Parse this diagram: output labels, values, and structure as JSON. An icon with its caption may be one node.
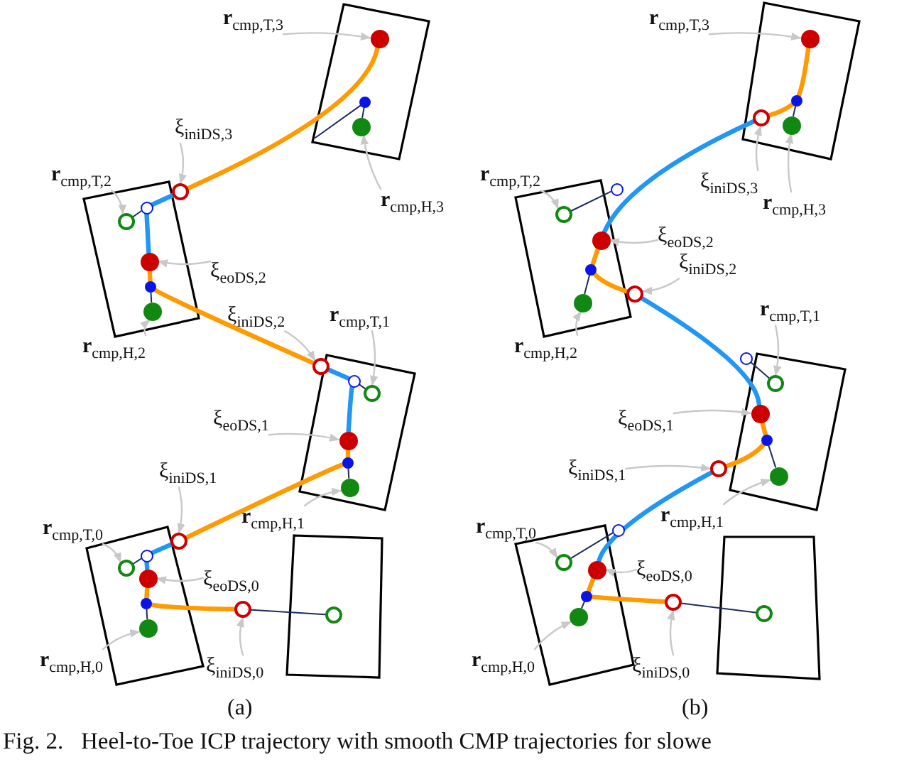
{
  "diagram": {
    "caption": "Fig. 2.   Heel-to-Toe ICP trajectory with smooth CMP trajectories for slowe",
    "nodes": [
      {
        "text": [
          "**r**$_{cmp,T,3}$"
        ]
      },
      {
        "text": [],
        "shape": "circle"
      },
      {
        "text": [
          "ξ$_{iniDS,3}$"
        ]
      },
      {
        "text": [],
        "shape": "circle"
      },
      {
        "text": [
          "**r**$_{cmp,H,3}$"
        ]
      },
      {
        "text": [],
        "shape": "circle"
      },
      {
        "text": [
          "**r**$_{cmp,T,2}$"
        ]
      },
      {
        "text": [],
        "shape": "circle"
      },
      {
        "text": [
          "ξ$_{eoDS,2}$"
        ]
      },
      {
        "text": [],
        "shape": "circle"
      },
      {
        "text": [
          "**r**$_{cmp,H,2}$"
        ]
      },
      {
        "text": [],
        "shape": "circle"
      },
      {
        "text": [
          "ξ$_{iniDS,2}$"
        ]
      },
      {
        "text": [],
        "shape": "circle"
      },
      {
        "text": [
          "**r**$_{cmp,T,1}$"
        ]
      },
      {
        "text": [],
        "shape": "circle"
      },
      {
        "text": [
          "ξ$_{eoDS,1}$"
        ]
      },
      {
        "text": [],
        "shape": "circle"
      },
      {
        "text": [
          "ξ$_{iniDS,1}$"
        ]
      },
      {
        "text": [],
        "shape": "circle"
      },
      {
        "text": [
          "**r**$_{cmp,H,1}$"
        ]
      },
      {
        "text": [],
        "shape": "circle"
      },
      {
        "text": [
          "**r**$_{cmp,T,0}$"
        ]
      },
      {
        "text": [],
        "shape": "circle"
      },
      {
        "text": [
          "ξ$_{eoDS,0}$"
        ]
      },
      {
        "text": [],
        "shape": "circle"
      },
      {
        "text": [
          "**r**$_{cmp,H,0}$"
        ]
      },
      {
        "text": [],
        "shape": "circle"
      },
      {
        "text": [
          "ξ$_{iniDS,0}$"
        ]
      },
      {
        "text": [],
        "shape": "circle"
      },
      {
        "text": [
          "**r**$_{cmp,T,3}$"
        ]
      },
      {
        "text": [],
        "shape": "circle"
      },
      {
        "text": [
          "ξ$_{iniDS,3}$"
        ]
      },
      {
        "text": [],
        "shape": "circle"
      },
      {
        "text": [
          "**r**$_{cmp,H,3}$"
        ]
      },
      {
        "text": [],
        "shape": "circle"
      },
      {
        "text": [
          "**r**$_{cmp,T,2}$"
        ]
      },
      {
        "text": [],
        "shape": "circle"
      },
      {
        "text": [
          "ξ$_{eoDS,2}$"
        ]
      },
      {
        "text": [],
        "shape": "circle"
      },
      {
        "text": [
          "**r**$_{cmp,H,2}$"
        ]
      },
      {
        "text": [],
        "shape": "circle"
      },
      {
        "text": [
          "ξ$_{iniDS,2}$"
        ]
      },
      {
        "text": [],
        "shape": "circle"
      },
      {
        "text": [
          "**r**$_{cmp,T,1}$"
        ]
      },
      {
        "text": [],
        "shape": "circle"
      },
      {
        "text": [
          "ξ$_{eoDS,1}$"
        ]
      },
      {
        "text": [],
        "shape": "circle"
      },
      {
        "text": [
          "ξ$_{iniDS,1}$"
        ]
      },
      {
        "text": [],
        "shape": "circle"
      },
      {
        "text": [
          "**r**$_{cmp,H,1}$"
        ]
      },
      {
        "text": [],
        "shape": "circle"
      },
      {
        "text": [
          "**r**$_{cmp,T,0}$"
        ]
      },
      {
        "text": [],
        "shape": "circle"
      },
      {
        "text": [
          "ξ$_{eoDS,0}$"
        ]
      },
      {
        "text": [],
        "shape": "circle"
      },
      {
        "text": [
          "**r**$_{cmp,H,0}$"
        ]
      },
      {
        "text": [],
        "shape": "circle"
      },
      {
        "text": [
          "ξ$_{iniDS,0}$"
        ]
      },
      {
        "text": [],
        "shape": "circle"
      },
      {
        "text": [],
        "shape": "circle"
      },
      {
        "text": [],
        "shape": "circle"
      },
      {
        "text": [],
        "shape": "circle"
      },
      {
        "text": [],
        "shape": "circle"
      },
      {
        "text": [],
        "shape": "circle"
      },
      {
        "text": [],
        "shape": "circle"
      },
      {
        "text": [],
        "shape": "circle"
      },
      {
        "text": [],
        "shape": "circle"
      },
      {
        "text": [],
        "shape": "circle"
      },
      {
        "text": [],
        "shape": "circle"
      },
      {
        "text": [],
        "shape": "circle"
      },
      {
        "text": [],
        "shape": "circle"
      },
      {
        "text": [],
        "shape": "circle"
      },
      {
        "text": [],
        "shape": "circle"
      },
      {
        "text": [],
        "shape": "circle"
      },
      {
        "text": [],
        "shape": "circle"
      }
    ],
    "edges": [
      {
        "from": 0,
        "to": 1,
        "arrow": "to"
      },
      {
        "from": 2,
        "to": 3,
        "arrow": "to"
      },
      {
        "from": 4,
        "to": 5,
        "arrow": "to"
      },
      {
        "from": 6,
        "to": 7,
        "arrow": "to"
      },
      {
        "from": 8,
        "to": 9,
        "arrow": "to"
      },
      {
        "from": 10,
        "to": 11,
        "arrow": "to"
      },
      {
        "from": 12,
        "to": 13,
        "arrow": "to"
      },
      {
        "from": 14,
        "to": 15,
        "arrow": "to"
      },
      {
        "from": 16,
        "to": 17,
        "arrow": "to"
      },
      {
        "from": 18,
        "to": 19,
        "arrow": "to"
      },
      {
        "from": 20,
        "to": 21,
        "arrow": "to"
      },
      {
        "from": 22,
        "to": 23,
        "arrow": "to"
      },
      {
        "from": 24,
        "to": 25,
        "arrow": "to"
      },
      {
        "from": 26,
        "to": 27,
        "arrow": "to"
      },
      {
        "from": 28,
        "to": 29,
        "arrow": "to"
      },
      {
        "from": 30,
        "to": 31,
        "arrow": "to"
      },
      {
        "from": 32,
        "to": 33,
        "arrow": "to"
      },
      {
        "from": 34,
        "to": 35,
        "arrow": "to"
      },
      {
        "from": 36,
        "to": 37,
        "arrow": "to"
      },
      {
        "from": 38,
        "to": 39,
        "arrow": "to"
      },
      {
        "from": 40,
        "to": 41,
        "arrow": "to"
      },
      {
        "from": 42,
        "to": 43,
        "arrow": "to"
      },
      {
        "from": 44,
        "to": 45,
        "arrow": "to"
      },
      {
        "from": 46,
        "to": 47,
        "arrow": "to"
      },
      {
        "from": 48,
        "to": 49,
        "arrow": "to"
      },
      {
        "from": 50,
        "to": 51,
        "arrow": "to"
      },
      {
        "from": 52,
        "to": 53,
        "arrow": "to"
      },
      {
        "from": 54,
        "to": 55,
        "arrow": "to"
      },
      {
        "from": 56,
        "to": 57,
        "arrow": "to"
      },
      {
        "from": 58,
        "to": 59,
        "arrow": "to"
      },
      {
        "from": 1,
        "to": 3,
        "arrow": "none",
        "style": "thick",
        "color": "#ff9a00"
      },
      {
        "from": 3,
        "to": 68,
        "arrow": "none",
        "style": "thick",
        "color": "#2196f3"
      },
      {
        "from": 68,
        "to": 9,
        "arrow": "none",
        "style": "thick",
        "color": "#2196f3"
      },
      {
        "from": 9,
        "to": 61,
        "arrow": "none",
        "style": "thick",
        "color": "#ff9a00"
      },
      {
        "from": 61,
        "to": 13,
        "arrow": "none",
        "style": "thick",
        "color": "#ff9a00"
      },
      {
        "from": 13,
        "to": 69,
        "arrow": "none",
        "style": "thick",
        "color": "#2196f3"
      },
      {
        "from": 69,
        "to": 17,
        "arrow": "none",
        "style": "thick",
        "color": "#2196f3"
      },
      {
        "from": 17,
        "to": 62,
        "arrow": "none",
        "style": "thick",
        "color": "#ff9a00"
      },
      {
        "from": 62,
        "to": 19,
        "arrow": "none",
        "style": "thick",
        "color": "#ff9a00"
      },
      {
        "from": 19,
        "to": 70,
        "arrow": "none",
        "style": "thick",
        "color": "#2196f3"
      },
      {
        "from": 70,
        "to": 25,
        "arrow": "none",
        "style": "thick",
        "color": "#2196f3"
      },
      {
        "from": 25,
        "to": 63,
        "arrow": "none",
        "style": "thick",
        "color": "#ff9a00"
      },
      {
        "from": 63,
        "to": 29,
        "arrow": "none",
        "style": "thick",
        "color": "#ff9a00"
      },
      {
        "from": 31,
        "to": 64,
        "arrow": "none",
        "style": "thick",
        "color": "#ff9a00"
      },
      {
        "from": 64,
        "to": 33,
        "arrow": "none",
        "style": "thick",
        "color": "#ff9a00"
      },
      {
        "from": 33,
        "to": 39,
        "arrow": "none",
        "style": "thick",
        "color": "#2196f3"
      },
      {
        "from": 39,
        "to": 65,
        "arrow": "none",
        "style": "thick",
        "color": "#ff9a00"
      },
      {
        "from": 65,
        "to": 43,
        "arrow": "none",
        "style": "thick",
        "color": "#ff9a00"
      },
      {
        "from": 43,
        "to": 47,
        "arrow": "none",
        "style": "thick",
        "color": "#2196f3"
      },
      {
        "from": 47,
        "to": 66,
        "arrow": "none",
        "style": "thick",
        "color": "#ff9a00"
      },
      {
        "from": 66,
        "to": 49,
        "arrow": "none",
        "style": "thick",
        "color": "#ff9a00"
      },
      {
        "from": 49,
        "to": 55,
        "arrow": "none",
        "style": "thick",
        "color": "#2196f3"
      },
      {
        "from": 55,
        "to": 67,
        "arrow": "none",
        "style": "thick",
        "color": "#ff9a00"
      },
      {
        "from": 67,
        "to": 59,
        "arrow": "none",
        "style": "thick",
        "color": "#ff9a00"
      },
      {
        "from": 60,
        "to": 5,
        "arrow": "none",
        "color": "#1c2c5c"
      },
      {
        "from": 60,
        "to": null,
        "arrow": "none",
        "color": "#1c2c5c"
      },
      {
        "from": 68,
        "to": 7,
        "arrow": "none",
        "color": "#1c2c5c"
      },
      {
        "from": 61,
        "to": 11,
        "arrow": "none",
        "color": "#1c2c5c"
      },
      {
        "from": 69,
        "to": 15,
        "arrow": "none",
        "color": "#1c2c5c"
      },
      {
        "from": 62,
        "to": 21,
        "arrow": "none",
        "color": "#1c2c5c"
      },
      {
        "from": 70,
        "to": 23,
        "arrow": "none",
        "color": "#1c2c5c"
      },
      {
        "from": 63,
        "to": 27,
        "arrow": "none",
        "color": "#1c2c5c"
      },
      {
        "from": 29,
        "to": 74,
        "arrow": "none",
        "color": "#1c2c5c"
      },
      {
        "from": 64,
        "to": 35,
        "arrow": "none",
        "color": "#1c2c5c"
      },
      {
        "from": 37,
        "to": 71,
        "arrow": "none",
        "color": "#1c2c5c"
      },
      {
        "from": 65,
        "to": 41,
        "arrow": "none",
        "color": "#1c2c5c"
      },
      {
        "from": 72,
        "to": 45,
        "arrow": "none",
        "color": "#1c2c5c"
      },
      {
        "from": 66,
        "to": 51,
        "arrow": "none",
        "color": "#1c2c5c"
      },
      {
        "from": 73,
        "to": 53,
        "arrow": "none",
        "color": "#1c2c5c"
      },
      {
        "from": 67,
        "to": 57,
        "arrow": "none",
        "color": "#1c2c5c"
      },
      {
        "from": 59,
        "to": 75,
        "arrow": "none",
        "color": "#1c2c5c"
      }
    ],
    "labels": [
      "(a)",
      "(b)"
    ]
  }
}
